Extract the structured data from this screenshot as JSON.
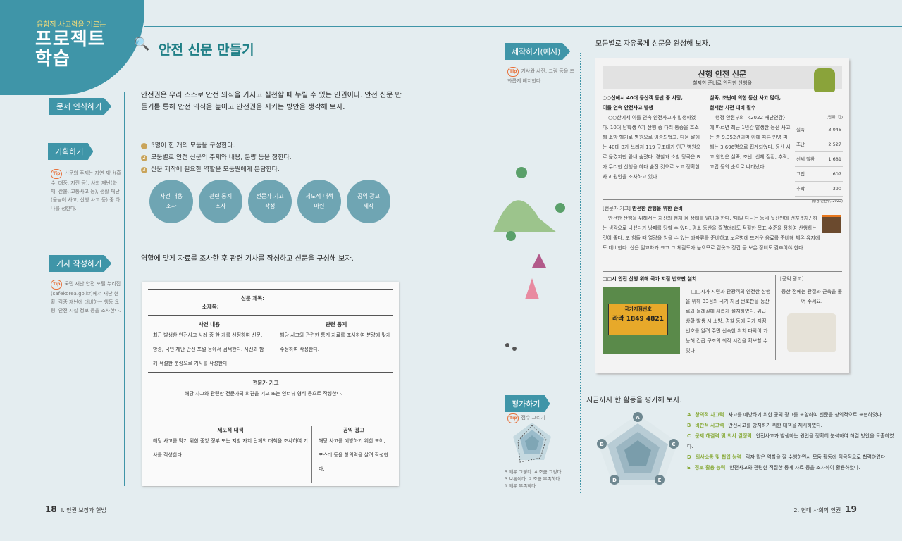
{
  "brand": {
    "subtitle": "융합적 사고력을 기르는",
    "title_line1": "프로젝트",
    "title_line2": "학습"
  },
  "page_title": "안전 신문 만들기",
  "left": {
    "tags": {
      "problem": "문제 인식하기",
      "plan": "기획하기",
      "write": "기사 작성하기"
    },
    "tip_label": "Tip",
    "tip_plan": "신문의 주제는 자연 재난(홍수, 태풍, 지진 등), 사회 재난(화재, 산불, 교통사고 등), 생활 재난(물놀이 사고, 산행 사고 등) 중 하나를 정한다.",
    "tip_write": "국민 재난 안전 포털 누리집(safekorea.go.kr)에서 재난 현황, 각종 재난에 대비하는 행동 요령, 안전 시설 정보 등을 조사한다.",
    "intro": "안전권은 우리 스스로 안전 의식을 가지고 실천할 때 누릴 수 있는 인권이다. 안전 신문 만들기를 통해 안전 의식을 높이고 안전권을 지키는 방안을 생각해 보자.",
    "steps": [
      {
        "n": "1",
        "text": "5명이 한 개의 모둠을 구성한다."
      },
      {
        "n": "2",
        "text": "모둠별로 안전 신문의 주제와 내용, 분량 등을 정한다."
      },
      {
        "n": "3",
        "text": "신문 제작에 필요한 역할을 모둠원에게 분담한다."
      }
    ],
    "roles": [
      {
        "l1": "사건 내용",
        "l2": "조사"
      },
      {
        "l1": "관련 통계",
        "l2": "조사"
      },
      {
        "l1": "전문가 기고",
        "l2": "작성"
      },
      {
        "l1": "제도적 대책",
        "l2": "마련"
      },
      {
        "l1": "공익 광고",
        "l2": "제작"
      }
    ],
    "write_instruction": "역할에 맞게 자료를 조사한 후 관련 기사를 작성하고 신문을 구성해 보자.",
    "template": {
      "paper_title": "신문 제목:",
      "subtitle": "소제목:",
      "event_h": "사건 내용",
      "event_t": "최근 발생한 안전사고 사례 중 한 개를 선정하여 신문, 방송, 국민 재난 안전 포털 등에서 검색한다. 사진과 함께 적절한 분량으로 기사를 작성한다.",
      "stats_h": "관련 통계",
      "stats_t": "해당 사고와 관련한 통계 자료를 조사하여 분량에 맞게 수정하여 작성한다.",
      "expert_h": "전문가 기고",
      "expert_t": "해당 사고와 관련한 전문가의 의견을 기고 또는 인터뷰 형식 등으로 작성한다.",
      "policy_h": "제도적 대책",
      "policy_t": "해당 사고를 막기 위한 중앙 정부 또는 지방 자치 단체의 대책을 조사하여 기사를 작성한다.",
      "ad_h": "공익 광고",
      "ad_t": "해당 사고를 예방하기 위한 표어, 포스터 등을 창의력을 살려 작성한다."
    },
    "footer": {
      "page": "18",
      "chapter": "Ⅰ. 인권 보장과 헌법"
    }
  },
  "right": {
    "tag_make": "제작하기(예시)",
    "tip_make": "기사와 사진, 그림 등을 조화롭게 배치한다.",
    "make_instruction": "모둠별로 자유롭게 신문을 완성해 보자.",
    "newspaper": {
      "name": "산행 안전 신문",
      "slogan": "철저한 준비로 안전한 산행을",
      "a1_title1": "○○산에서 40대 등산객 등반 중 사망,",
      "a1_title2": "이틀 연속 안전사고 발생",
      "a1_body": "○○산에서 이틀 연속 안전사고가 발생하였다. 10대 남학생 A가 산행 중 다리 통증을 호소해 소방 헬기로 병원으로 이송되었고, 다음 날에는 40대 B가 쓰러져 119 구조대가 인근 병원으로 옮겼지만 끝내 숨졌다. 경찰과 소방 당국은 B가 무리한 산행을 하다 숨진 것으로 보고 정확한 사고 원인을 조사하고 있다.",
      "a2_title1": "실족, 조난에 의한 등산 사고 많아,",
      "a2_title2": "철저한 사전 대비 필수",
      "a2_body": "행정 안전부의 〈2022 재난연감〉에 따르면 최근 1년간 발생한 등산 사고는 총 9,352건이며 이에 따른 인명 피해는 3,696명으로 집계되었다. 등산 사고 원인은 실족, 조난, 신체 질환, 추락, 고립 등의 순으로 나타났다.",
      "unit": "(단위: 건)",
      "stats": [
        {
          "k": "실족",
          "v": "3,046"
        },
        {
          "k": "조난",
          "v": "2,527"
        },
        {
          "k": "신체 질환",
          "v": "1,681"
        },
        {
          "k": "고립",
          "v": "607"
        },
        {
          "k": "추락",
          "v": "390"
        }
      ],
      "source": "(행정 안전부, 2022)",
      "expert_label": "[전문가 기고]",
      "expert_title": "안전한 산행을 위한 준비",
      "expert_body": "안전한 산행을 위해서는 자신의 현재 몸 상태를 알아야 한다. '매일 다니는 동네 뒷산인데 괜찮겠지.' 하는 생각으로 나섰다가 낭패를 당할 수 있다. 평소 등산을 즐겼더라도 적절한 목표 수준을 정하여 산행하는 것이 좋다. 또 힘들 때 열량을 얻을 수 있는 과자류를 준비하고 보온병에 뜨거운 음료를 준비해 체온 유지에도 대비한다. 산은 일교차가 크고 그 체감도가 높으므로 겉옷과 장갑 등 보온 장비도 갖추어야 한다.",
      "policy_title": "□□시 안전 산행 위해 국가 지점 번호판 설치",
      "policy_body": "□□시가 시민과 관광객의 안전한 산행을 위해 33점의 국가 지점 번호판을 등산로와 둘레길에 새롭게 설치하였다. 위급 상황 발생 시 소방, 경찰 등에 국가 지점 번호를 알려 주면 신속한 위치 파악이 가능해 긴급 구조의 최적 시간을 확보할 수 있다.",
      "sign_title": "국가지점번호",
      "sign_code": "라라 1849 4821",
      "ad_label": "[공익 광고]",
      "ad_text": "등산 전에는 관절과 근육을 풀어 주세요."
    },
    "tag_eval": "평가하기",
    "tip_eval": "점수 그리기",
    "scale": [
      "5 매우 그렇다",
      "4 조금 그렇다",
      "3 보통이다",
      "2 조금 부족하다",
      "1 매우 부족하다"
    ],
    "eval_instruction": "지금까지 한 활동을 평가해 보자.",
    "criteria": [
      {
        "k": "A",
        "name": "창의적 사고력",
        "desc": "사고를 예방하기 위한 공익 광고를 포함하여 신문을 창의적으로 표현하였다."
      },
      {
        "k": "B",
        "name": "비판적 사고력",
        "desc": "안전사고를 방지하기 위한 대책을 제시하였다."
      },
      {
        "k": "C",
        "name": "문제 해결력 및 의사 결정력",
        "desc": "안전사고가 발생하는 원인을 정확히 분석하여 해결 방안을 도출하였다."
      },
      {
        "k": "D",
        "name": "의사소통 및 협업 능력",
        "desc": "각자 맡은 역할을 잘 수행하면서 모둠 활동에 적극적으로 협력하였다."
      },
      {
        "k": "E",
        "name": "정보 활용 능력",
        "desc": "안전사고와 관련한 적절한 통계 자료 등을 조사하여 활용하였다."
      }
    ],
    "footer": {
      "page": "19",
      "chapter": "2. 현대 사회의 인권"
    }
  },
  "colors": {
    "teal": "#3f95a8",
    "title": "#1f7f86",
    "bg": "#e4edf0",
    "criteria": "#8aab3c"
  }
}
